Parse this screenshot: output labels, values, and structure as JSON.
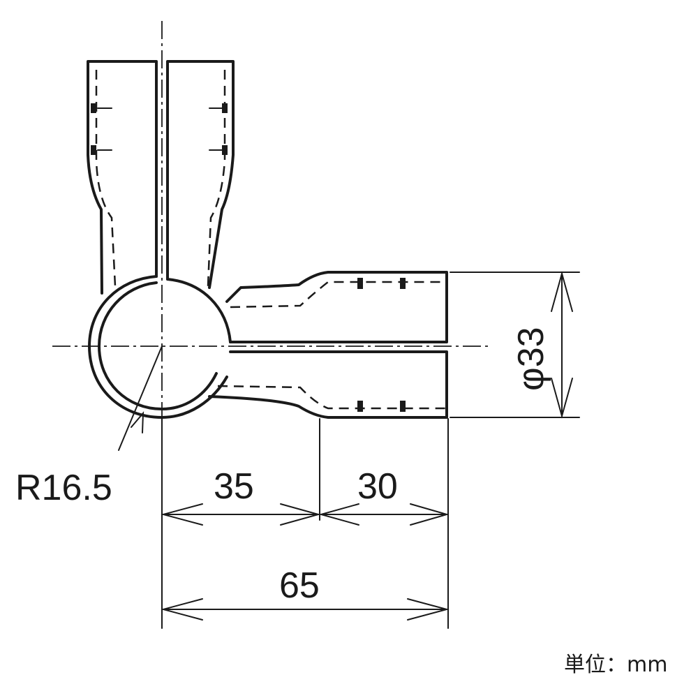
{
  "dimensions": {
    "radius": "R16.5",
    "leg_35": "35",
    "leg_30": "30",
    "total_65": "65",
    "diameter": "φ33"
  },
  "unit_note": "単位：mm"
}
